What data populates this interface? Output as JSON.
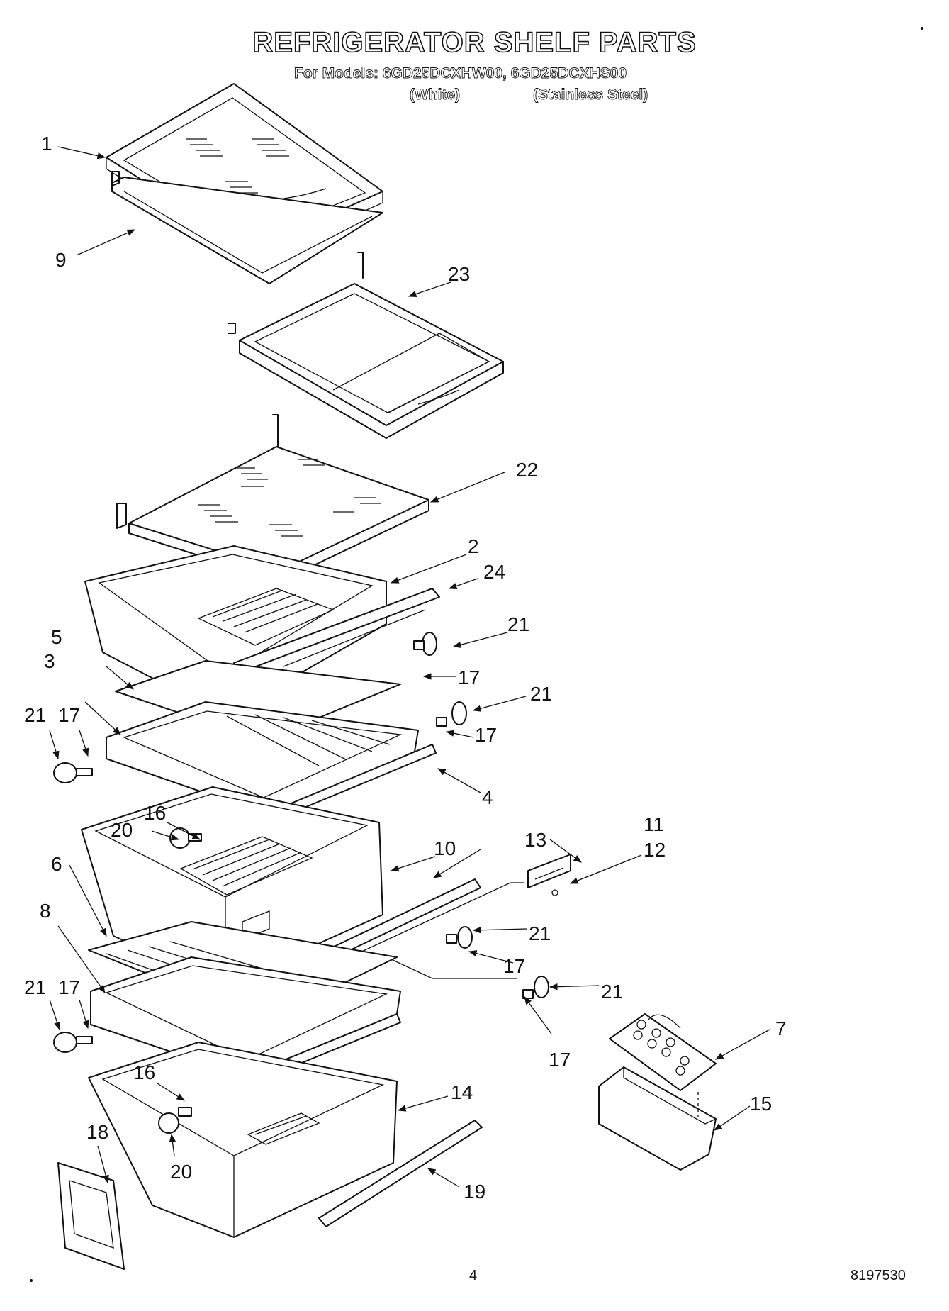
{
  "title": "REFRIGERATOR SHELF PARTS",
  "models_line": "For Models: 6GD25DCXHW00, 6GD25DCXHS00",
  "variant_white": "(White)",
  "variant_stainless": "(Stainless Steel)",
  "callouts": {
    "c1": "1",
    "c9": "9",
    "c23": "23",
    "c22": "22",
    "c2": "2",
    "c24": "24",
    "c21a": "21",
    "c17a": "17",
    "c5": "5",
    "c3": "3",
    "c21b": "21",
    "c17b": "17",
    "c21c": "21",
    "c17c": "17",
    "c4": "4",
    "c16a": "16",
    "c20a": "20",
    "c10": "10",
    "c13": "13",
    "c11": "11",
    "c12": "12",
    "c6": "6",
    "c8": "8",
    "c21d": "21",
    "c17d": "17",
    "c21e": "21",
    "c17e": "17",
    "c21f": "21",
    "c17f": "17",
    "c7": "7",
    "c16b": "16",
    "c14": "14",
    "c15": "15",
    "c18": "18",
    "c20b": "20",
    "c19": "19"
  },
  "footer": {
    "page_number": "4",
    "part_number": "8197530"
  }
}
